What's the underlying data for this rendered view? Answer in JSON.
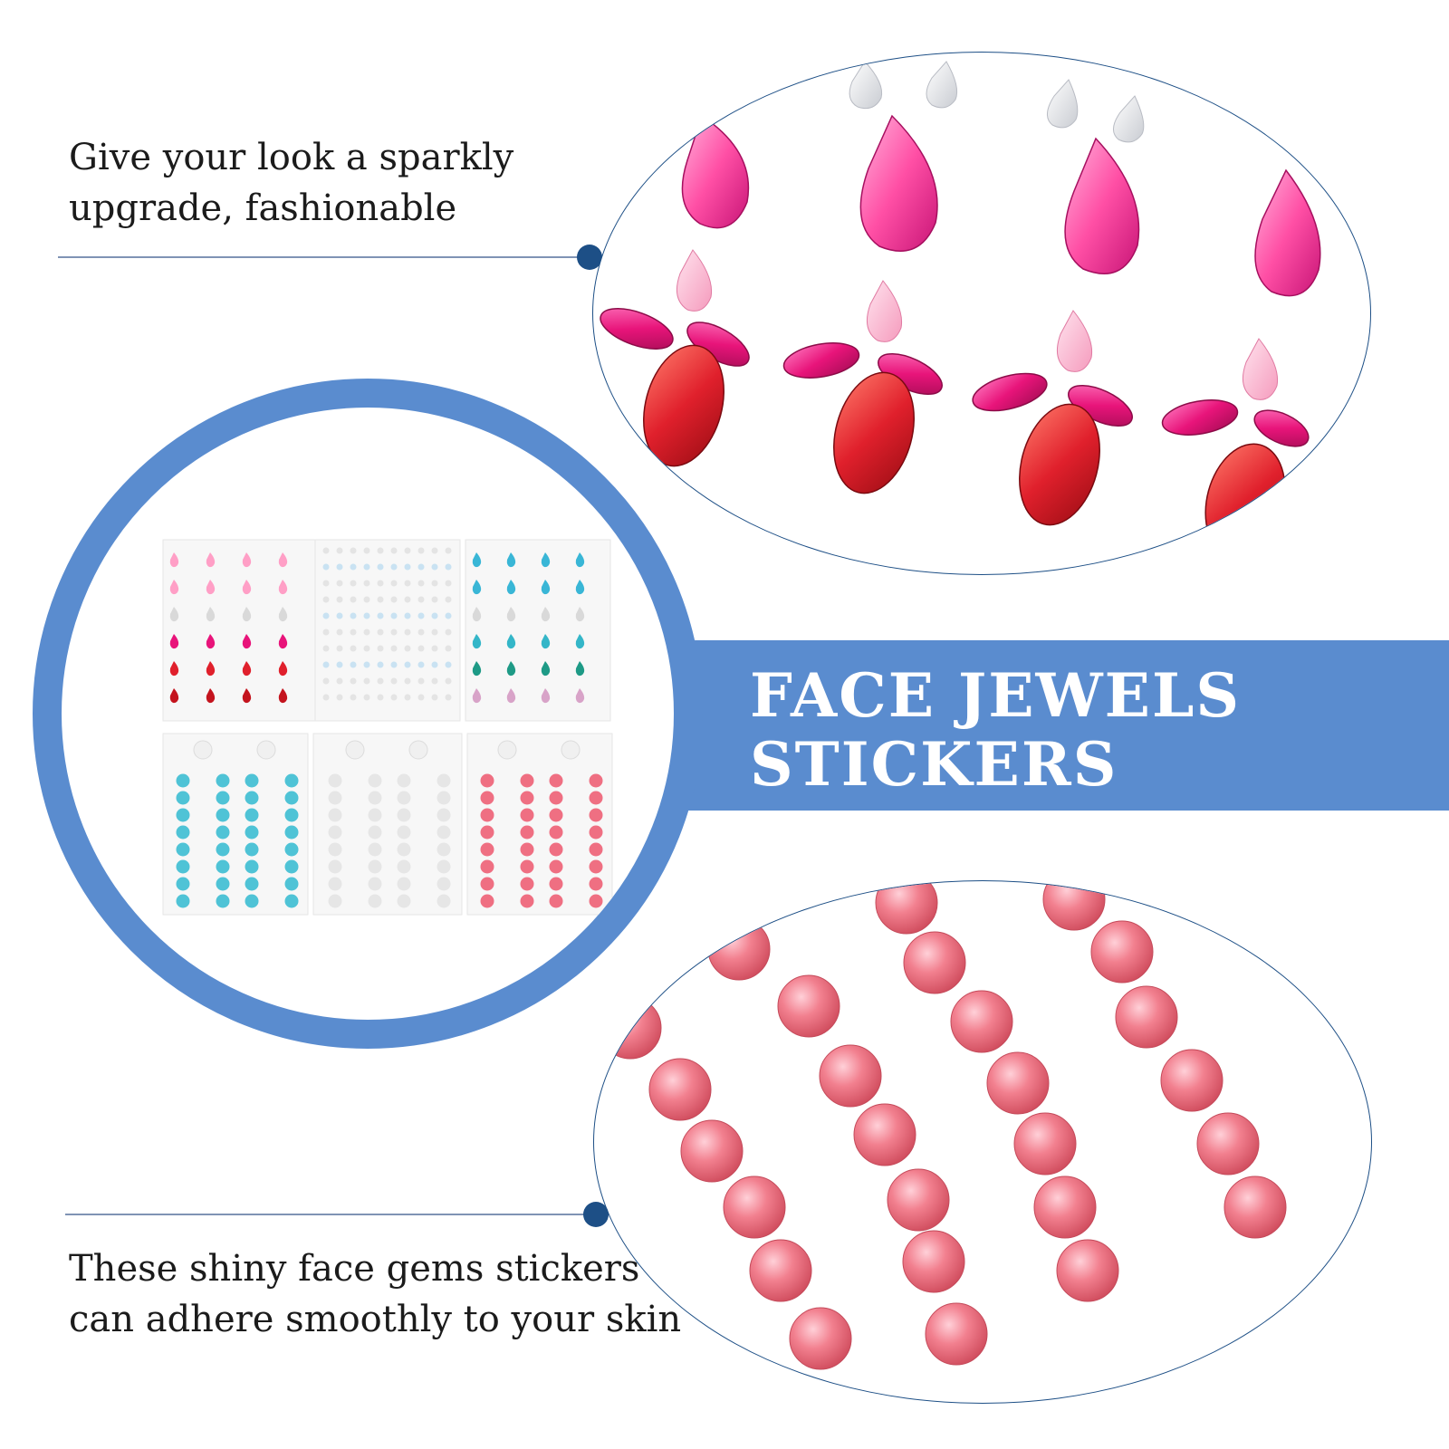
{
  "captions": {
    "top": [
      "Give your look a sparkly",
      "upgrade, fashionable"
    ],
    "bottom": [
      "These shiny face gems stickers",
      "can adhere smoothly to your skin"
    ]
  },
  "banner": {
    "lines": [
      "FACE JEWELS",
      "STICKERS"
    ]
  },
  "colors": {
    "accent_blue": "#5a8ccf",
    "dark_blue": "#1d4f86",
    "gem_pink": "#ff4fa5",
    "gem_red": "#e0202c",
    "gem_magenta": "#e8147a",
    "pearl_pink": "#ef6f82",
    "pearl_blue": "#4fc3d6",
    "pearl_white": "#eeeeee"
  }
}
